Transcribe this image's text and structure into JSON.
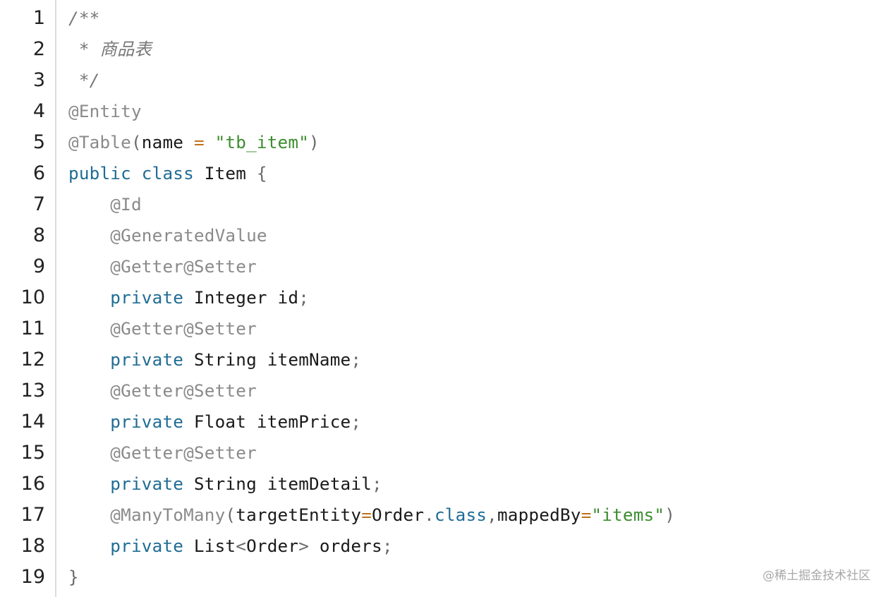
{
  "code": {
    "line_numbers": [
      "1",
      "2",
      "3",
      "4",
      "5",
      "6",
      "7",
      "8",
      "9",
      "10",
      "11",
      "12",
      "13",
      "14",
      "15",
      "16",
      "17",
      "18",
      "19"
    ],
    "lines": [
      [
        {
          "t": "/**",
          "c": "comment"
        }
      ],
      [
        {
          "t": " * 商品表",
          "c": "comment"
        }
      ],
      [
        {
          "t": " */",
          "c": "comment"
        }
      ],
      [
        {
          "t": "@Entity",
          "c": "annotation"
        }
      ],
      [
        {
          "t": "@Table",
          "c": "annotation"
        },
        {
          "t": "(",
          "c": "punct"
        },
        {
          "t": "name ",
          "c": "plain"
        },
        {
          "t": "=",
          "c": "operator"
        },
        {
          "t": " \"tb_item\"",
          "c": "string"
        },
        {
          "t": ")",
          "c": "punct"
        }
      ],
      [
        {
          "t": "public class",
          "c": "keyword"
        },
        {
          "t": " Item ",
          "c": "plain"
        },
        {
          "t": "{",
          "c": "punct"
        }
      ],
      [
        {
          "t": "    @Id",
          "c": "annotation"
        }
      ],
      [
        {
          "t": "    @GeneratedValue",
          "c": "annotation"
        }
      ],
      [
        {
          "t": "    @Getter@Setter",
          "c": "annotation"
        }
      ],
      [
        {
          "t": "    private",
          "c": "keyword"
        },
        {
          "t": " Integer id",
          "c": "plain"
        },
        {
          "t": ";",
          "c": "punct"
        }
      ],
      [
        {
          "t": "    @Getter@Setter",
          "c": "annotation"
        }
      ],
      [
        {
          "t": "    private",
          "c": "keyword"
        },
        {
          "t": " String itemName",
          "c": "plain"
        },
        {
          "t": ";",
          "c": "punct"
        }
      ],
      [
        {
          "t": "    @Getter@Setter",
          "c": "annotation"
        }
      ],
      [
        {
          "t": "    private",
          "c": "keyword"
        },
        {
          "t": " Float itemPrice",
          "c": "plain"
        },
        {
          "t": ";",
          "c": "punct"
        }
      ],
      [
        {
          "t": "    @Getter@Setter",
          "c": "annotation"
        }
      ],
      [
        {
          "t": "    private",
          "c": "keyword"
        },
        {
          "t": " String itemDetail",
          "c": "plain"
        },
        {
          "t": ";",
          "c": "punct"
        }
      ],
      [
        {
          "t": "    @ManyToMany",
          "c": "annotation"
        },
        {
          "t": "(",
          "c": "punct"
        },
        {
          "t": "targetEntity",
          "c": "plain"
        },
        {
          "t": "=",
          "c": "operator"
        },
        {
          "t": "Order",
          "c": "plain"
        },
        {
          "t": ".",
          "c": "punct"
        },
        {
          "t": "class",
          "c": "keyword"
        },
        {
          "t": ",",
          "c": "punct"
        },
        {
          "t": "mappedBy",
          "c": "plain"
        },
        {
          "t": "=",
          "c": "operator"
        },
        {
          "t": "\"items\"",
          "c": "string"
        },
        {
          "t": ")",
          "c": "punct"
        }
      ],
      [
        {
          "t": "    private",
          "c": "keyword"
        },
        {
          "t": " List",
          "c": "plain"
        },
        {
          "t": "<",
          "c": "punct"
        },
        {
          "t": "Order",
          "c": "plain"
        },
        {
          "t": ">",
          "c": "punct"
        },
        {
          "t": " orders",
          "c": "plain"
        },
        {
          "t": ";",
          "c": "punct"
        }
      ],
      [
        {
          "t": "}",
          "c": "punct"
        }
      ]
    ]
  },
  "watermark": "@稀土掘金技术社区",
  "colors": {
    "comment": "#777777",
    "annotation": "#8a8a8a",
    "keyword": "#1f6c94",
    "string": "#3c8d2f",
    "operator": "#c0701c"
  }
}
